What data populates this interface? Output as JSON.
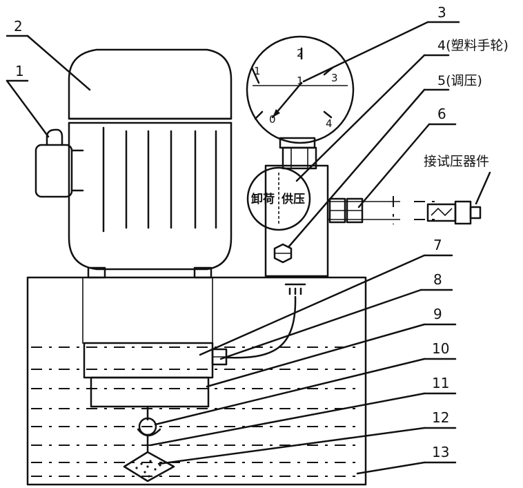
{
  "labels": {
    "l1": "1",
    "l2": "2",
    "l3": "3",
    "l4": "4(塑料手轮)",
    "l5": "5(调压)",
    "l6": "6",
    "l7": "7",
    "l8": "8",
    "l9": "9",
    "l10": "10",
    "l11": "11",
    "l12": "12",
    "l13": "13",
    "connect": "接试压器件"
  },
  "gauge": {
    "n0": "0",
    "n1": "1",
    "n2": "2",
    "n3": "3",
    "n4": "4",
    "center": "1"
  },
  "valve": {
    "left": "卸荷",
    "right": "供压"
  }
}
